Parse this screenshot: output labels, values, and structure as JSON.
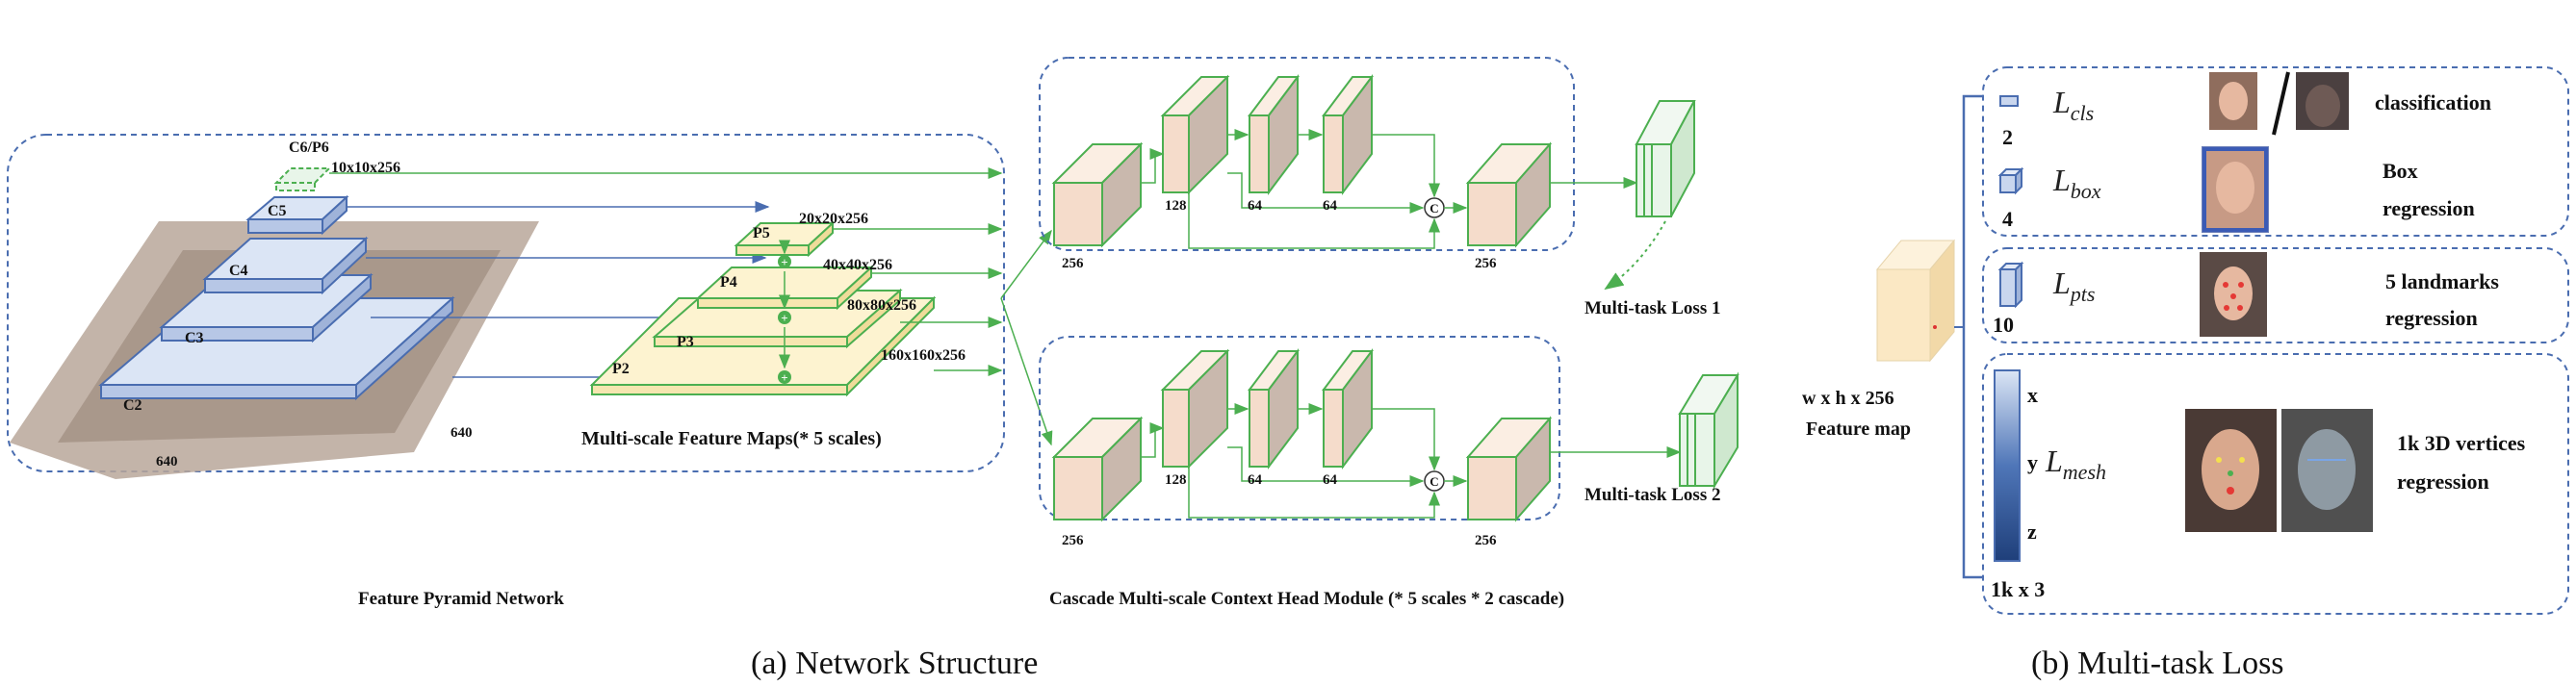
{
  "fpn": {
    "levels": [
      "C6/P6",
      "C5",
      "C4",
      "C3",
      "C2"
    ],
    "c6_size": "10x10x256",
    "dim_640_a": "640",
    "dim_640_b": "640",
    "pyramid_levels": [
      "P5",
      "P4",
      "P3",
      "P2"
    ],
    "pyramid_sizes": [
      "20x20x256",
      "40x40x256",
      "80x80x256",
      "160x160x256"
    ],
    "multiscale_label": "Multi-scale Feature Maps(* 5 scales)",
    "title": "Feature Pyramid Network"
  },
  "head": {
    "channels_a": [
      "256",
      "128",
      "64",
      "64",
      "256"
    ],
    "channels_b": [
      "256",
      "128",
      "64",
      "64",
      "256"
    ],
    "concat_symbol": "C",
    "loss1": "Multi-task Loss 1",
    "loss2": "Multi-task Loss 2",
    "title": "Cascade Multi-scale Context Head Module (* 5 scales * 2 cascade)"
  },
  "caption_a": "(a)  Network Structure",
  "caption_b": "(b)  Multi-task Loss",
  "multitask": {
    "feature_size": "w x h x 256",
    "feature_label": "Feature map",
    "cls": {
      "count": "2",
      "loss_main": "L",
      "loss_sub": "cls",
      "desc": "classification"
    },
    "box": {
      "count": "4",
      "loss_main": "L",
      "loss_sub": "box",
      "desc_line1": "Box",
      "desc_line2": "regression"
    },
    "pts": {
      "count": "10",
      "loss_main": "L",
      "loss_sub": "pts",
      "desc_line1": "5 landmarks",
      "desc_line2": "regression"
    },
    "mesh": {
      "axis_x": "x",
      "axis_y": "y",
      "axis_z": "z",
      "count": "1k x 3",
      "loss_main": "L",
      "loss_sub": "mesh",
      "desc_line1": "1k 3D vertices",
      "desc_line2": "regression"
    }
  },
  "colors": {
    "blue_dash": "#4a6db0",
    "green": "#4caf50",
    "block_face": "#f5dccb",
    "block_side": "#c9b8ad",
    "fpn_blue": "#dbe5f5",
    "p_yellow": "#fdf3d0"
  }
}
